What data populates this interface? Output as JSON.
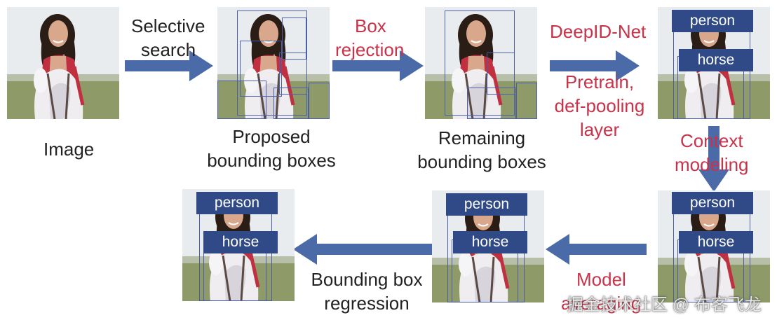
{
  "stages": {
    "image": "Image",
    "proposed": [
      "Proposed",
      "bounding boxes"
    ],
    "remaining": [
      "Remaining",
      "bounding boxes"
    ]
  },
  "steps": {
    "selective_search": [
      "Selective",
      "search"
    ],
    "box_rejection": [
      "Box",
      "rejection"
    ],
    "deepid_net": "DeepID-Net",
    "pretrain": [
      "Pretrain,",
      "def-pooling",
      "layer"
    ],
    "context_modeling": [
      "Context",
      "modeling"
    ],
    "model_averaging": [
      "Model",
      "averaging"
    ],
    "bbox_regression": [
      "Bounding box",
      "regression"
    ]
  },
  "labels": {
    "person": "person",
    "horse": "horse"
  },
  "watermark": "掘金技术社区 @ 布客飞龙",
  "colors": {
    "arrow": "#4a6aa8",
    "red_text": "#c8334a",
    "tag": "#2f4a86"
  }
}
